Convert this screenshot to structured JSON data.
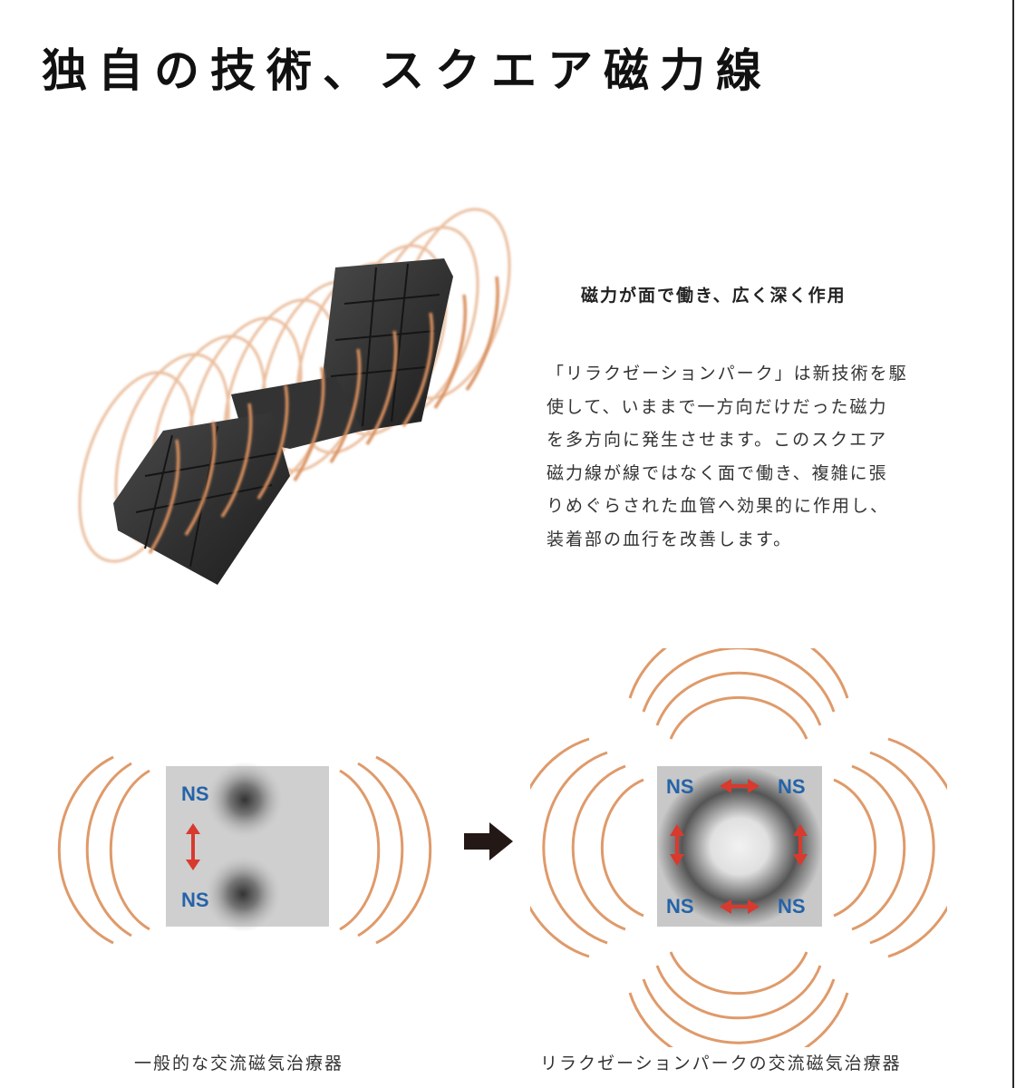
{
  "title": "独自の技術、スクエア磁力線",
  "feature": {
    "heading": "磁力が面で働き、広く深く作用",
    "lines": [
      "「リラクゼーションパーク」は新技術を駆",
      "使して、いままで一方向だけだった磁力",
      "を多方向に発生させます。このスクエア",
      "磁力線が線ではなく面で働き、複雑に張",
      "りめぐらされた血管へ効果的に作用し、",
      "装着部の血行を改善します。"
    ]
  },
  "comparison": {
    "pole_label": "NS",
    "left_caption": "一般的な交流磁気治療器",
    "right_caption": "リラクゼーションパークの交流磁気治療器"
  },
  "colors": {
    "wave": "#d9905f",
    "arrow": "#d83a2e",
    "ns": "#2563a8",
    "mat": "#2b2b2b"
  }
}
